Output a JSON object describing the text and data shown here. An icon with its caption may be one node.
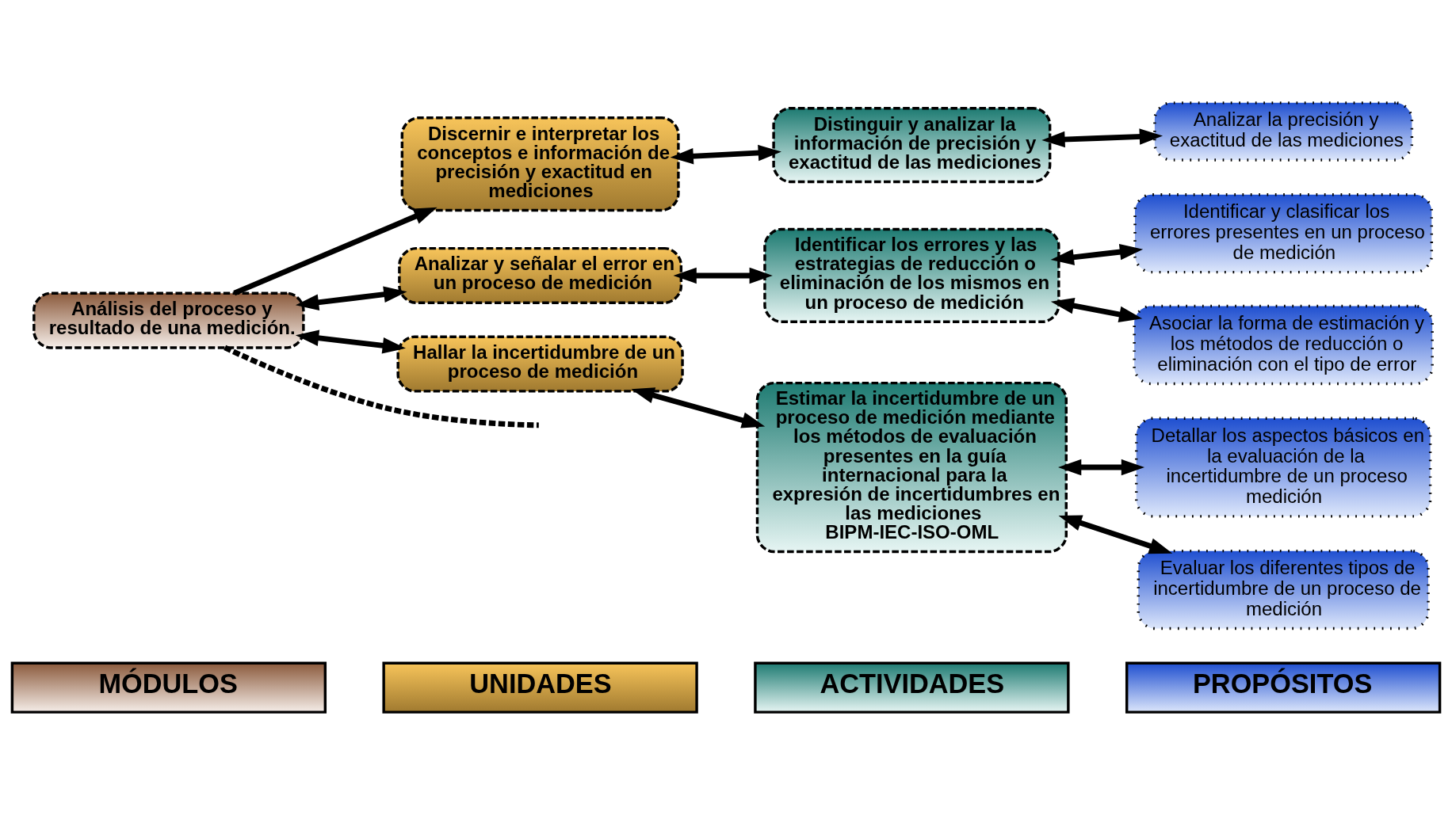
{
  "diagram": {
    "nodes": [
      {
        "text": [
          "MÓDULOS"
        ]
      },
      {
        "text": [
          "UNIDADES"
        ]
      },
      {
        "text": [
          "ACTIVIDADES"
        ]
      },
      {
        "text": [
          "PROPÓSITOS"
        ]
      },
      {
        "text": [
          "Análisis del proceso y resultado de una medición."
        ]
      },
      {
        "text": [
          "Discernir e interpretar los conceptos e información de precisión y exactitud en mediciones"
        ]
      },
      {
        "text": [
          "Analizar y señalar el error en un proceso de medición"
        ]
      },
      {
        "text": [
          "Hallar la incertidumbre de un proceso de medición"
        ]
      },
      {
        "text": [
          "Distinguir y analizar la información de precisión y exactitud de las mediciones"
        ]
      },
      {
        "text": [
          "Identificar los errores y las estrategias de reducción o eliminación de los mismos en un proceso de medición"
        ]
      },
      {
        "text": [
          "Estimar la incertidumbre de un proceso de medición mediante los métodos de evaluación presentes en la guía internacional para la expresión de incertidumbres en las mediciones BIPM-IEC-ISO-OML"
        ]
      },
      {
        "text": [
          "Analizar la precisión y exactitud de las mediciones"
        ]
      },
      {
        "text": [
          "Identificar y clasificar los errores presentes en un proceso de medición"
        ]
      },
      {
        "text": [
          "Asociar la forma de estimación y los métodos de reducción o eliminación con el tipo de error"
        ]
      },
      {
        "text": [
          "Detallar los aspectos básicos en la evaluación de la incertidumbre de un proceso medición"
        ]
      },
      {
        "text": [
          "Evaluar los diferentes tipos de incertidumbre de un proceso de medición"
        ]
      }
    ],
    "edges": [
      {
        "from": 4,
        "to": 5,
        "arrow": "to"
      },
      {
        "from": 4,
        "to": 6,
        "arrow": "both"
      },
      {
        "from": 4,
        "to": 7,
        "arrow": "both"
      },
      {
        "from": 4,
        "to": null,
        "arrow": "none",
        "style": "dashed"
      },
      {
        "from": 5,
        "to": 8,
        "arrow": "both"
      },
      {
        "from": 6,
        "to": 9,
        "arrow": "both"
      },
      {
        "from": 7,
        "to": 10,
        "arrow": "both"
      },
      {
        "from": 8,
        "to": 11,
        "arrow": "both"
      },
      {
        "from": 9,
        "to": 12,
        "arrow": "both"
      },
      {
        "from": 9,
        "to": 13,
        "arrow": "both"
      },
      {
        "from": 10,
        "to": 14,
        "arrow": "both"
      },
      {
        "from": 10,
        "to": 15,
        "arrow": "both"
      }
    ]
  }
}
